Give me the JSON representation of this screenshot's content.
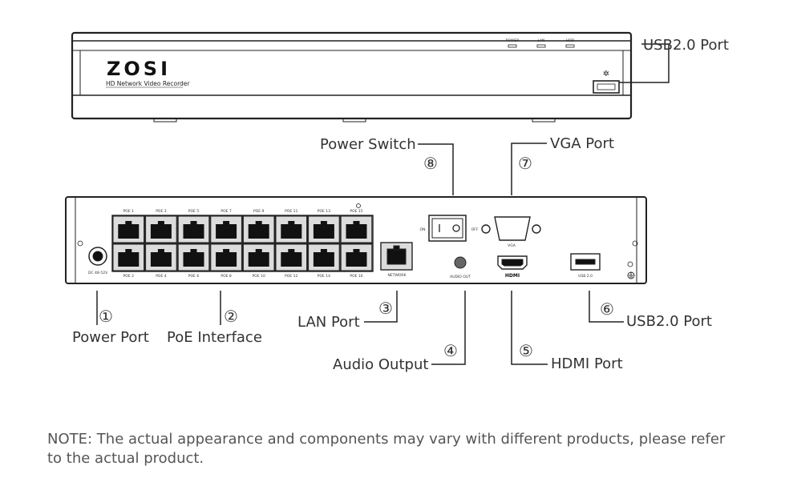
{
  "front": {
    "brand": "ZOSI",
    "subtitle": "HD Network Video Recorder",
    "leds": [
      "POWER",
      "LAN",
      "HDD"
    ]
  },
  "rear": {
    "poe_top": [
      "POE 1",
      "POE 3",
      "POE 5",
      "POE 7",
      "POE 9",
      "POE 11",
      "POE 13",
      "POE 15"
    ],
    "poe_bottom": [
      "POE 2",
      "POE 4",
      "POE 6",
      "POE 8",
      "POE 10",
      "POE 12",
      "POE 14",
      "POE 16"
    ],
    "dc_label": "DC 48-52V",
    "network_label": "NETWORK",
    "audio_label": "AUDIO OUT",
    "hdmi_label": "HDMI",
    "usb_label": "USB 2.0",
    "vga_label": "VGA",
    "switch_on": "ON",
    "switch_off": "OFF"
  },
  "callouts": {
    "usb_front": "USB2.0 Port",
    "power_switch": "Power Switch",
    "vga_port": "VGA Port",
    "power_port": "Power Port",
    "poe_interface": "PoE Interface",
    "lan_port": "LAN Port",
    "audio_output": "Audio Output",
    "hdmi_port": "HDMI Port",
    "usb_rear": "USB2.0 Port"
  },
  "numbers": {
    "n1": "①",
    "n2": "②",
    "n3": "③",
    "n4": "④",
    "n5": "⑤",
    "n6": "⑥",
    "n7": "⑦",
    "n8": "⑧"
  },
  "note": "NOTE: The actual appearance and components may vary with different products, please refer to the actual product."
}
